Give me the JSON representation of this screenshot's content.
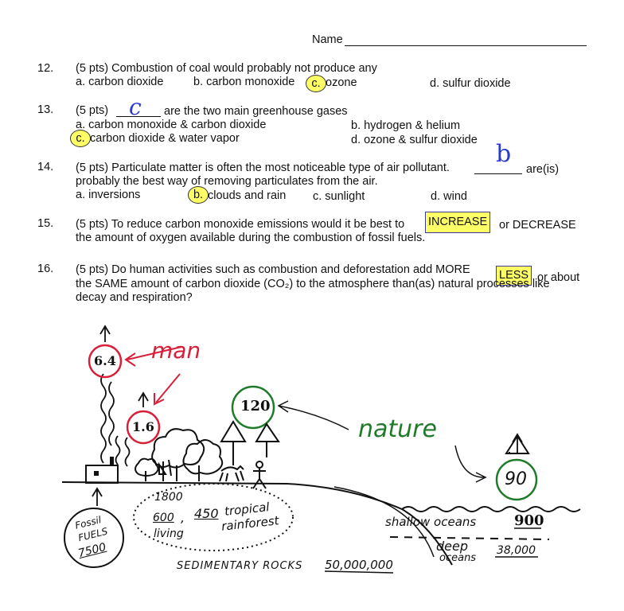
{
  "header": {
    "name_label": "Name"
  },
  "questions": [
    {
      "number": "12.",
      "stem": "(5 pts) Combustion of coal would probably not produce any",
      "options": {
        "a": "a. carbon dioxide",
        "b": "b. carbon monoxide",
        "c_letter": "c.",
        "c": "ozone",
        "d": "d. sulfur dioxide"
      }
    },
    {
      "number": "13.",
      "stem_pre": "(5 pts)",
      "handwritten_answer": "c",
      "stem_post": "are the two main greenhouse gases",
      "options": {
        "a": "a. carbon monoxide & carbon dioxide",
        "b": "b. hydrogen & helium",
        "c_letter": "c.",
        "c": "carbon dioxide & water vapor",
        "d": "d. ozone & sulfur dioxide"
      }
    },
    {
      "number": "14.",
      "stem_line1": "(5 pts) Particulate matter is often the most noticeable type of air pollutant.",
      "handwritten_answer": "b",
      "stem_tail": "are(is)",
      "stem_line2": "probably the best way of removing particulates from the air.",
      "options": {
        "a": "a. inversions",
        "b_letter": "b.",
        "b": "clouds and rain",
        "c": "c. sunlight",
        "d": "d. wind"
      }
    },
    {
      "number": "15.",
      "line1_pre": "(5 pts) To reduce carbon monoxide emissions would it be best to",
      "choice_highlighted": "INCREASE",
      "line1_post": "or  DECREASE",
      "line2": "the amount of oxygen available during the combustion of fossil fuels."
    },
    {
      "number": "16.",
      "line1_pre": "(5 pts) Do human activities such as combustion and deforestation add  MORE",
      "choice_highlighted": "LESS",
      "line1_post": "or about",
      "line2": "the  SAME  amount of carbon dioxide (CO₂) to the atmosphere than(as) natural processes like",
      "line3": "decay and respiration?"
    }
  ],
  "diagram": {
    "man_label": "man",
    "nature_label": "nature",
    "flux_fossil": "6.4",
    "flux_deforest": "1.6",
    "flux_land": "120",
    "flux_ocean": "90",
    "fossil_fuels_line1": "Fossil",
    "fossil_fuels_line2": "FUELS",
    "fossil_fuels_value": "7500",
    "land_1800": "1800",
    "land_600": "600",
    "land_comma": ",",
    "land_450": "450",
    "land_tropical": "tropical",
    "land_rainforest": "rainforest",
    "land_living": "living",
    "shallow_label": "shallow oceans",
    "shallow_value": "900",
    "deep_label_1": "deep",
    "deep_label_2": "oceans",
    "deep_value": "38,000",
    "sed_label": "SEDIMENTARY ROCKS",
    "sed_value": "50,000,000",
    "colors": {
      "highlight": "#ffff66",
      "man_red": "#d8203a",
      "nature_green": "#1f7a2a",
      "ink": "#111111"
    }
  }
}
